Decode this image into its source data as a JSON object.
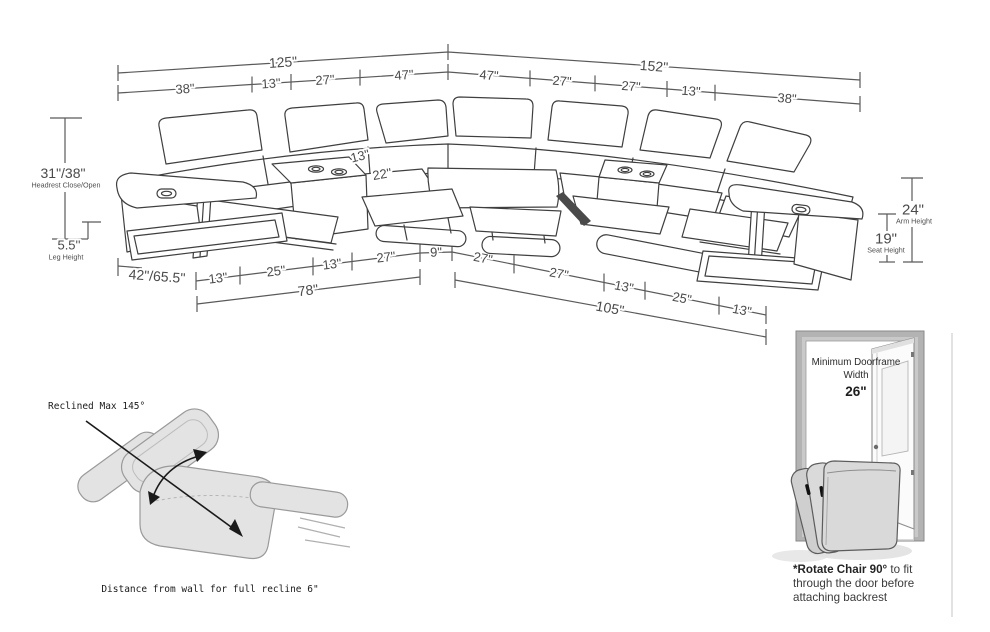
{
  "top": {
    "left_total": "125\"",
    "right_total": "152\"",
    "left_segments": [
      "38\"",
      "13\"",
      "27\"",
      "47\""
    ],
    "right_segments": [
      "47\"",
      "27\"",
      "27\"",
      "13\"",
      "38\""
    ]
  },
  "left": {
    "headrest_value": "31\"/38\"",
    "headrest_label": "Headrest Close/Open",
    "leg_value": "5.5''",
    "leg_label": "Leg Height"
  },
  "right": {
    "arm_value": "24\"",
    "arm_label": "Arm Height",
    "seat_value": "19\"",
    "seat_label": "Seat Height"
  },
  "bottom": {
    "chaise_depth": "42\"/65.5\"",
    "left_segments": [
      "13\"",
      "25\"",
      "13\"",
      "27\""
    ],
    "corner_segment": "9\"",
    "left_total": "78\"",
    "right_segments": [
      "27\"",
      "27\"",
      "13\"",
      "25\"",
      "13\""
    ],
    "right_total": "105\""
  },
  "sofa_labels": {
    "corner_back": "13\"",
    "corner_seat": "22\""
  },
  "recliner": {
    "recline_label": "Reclined Max 145°",
    "wall_label": "Distance from wall for full recline 6\""
  },
  "door": {
    "title1": "Minimum Doorframe",
    "title2": "Width",
    "width_value": "26\"",
    "note_bold": "*Rotate Chair 90°",
    "note_rest": " to fit",
    "note_line2": "through the door before",
    "note_line3": "attaching backrest"
  }
}
